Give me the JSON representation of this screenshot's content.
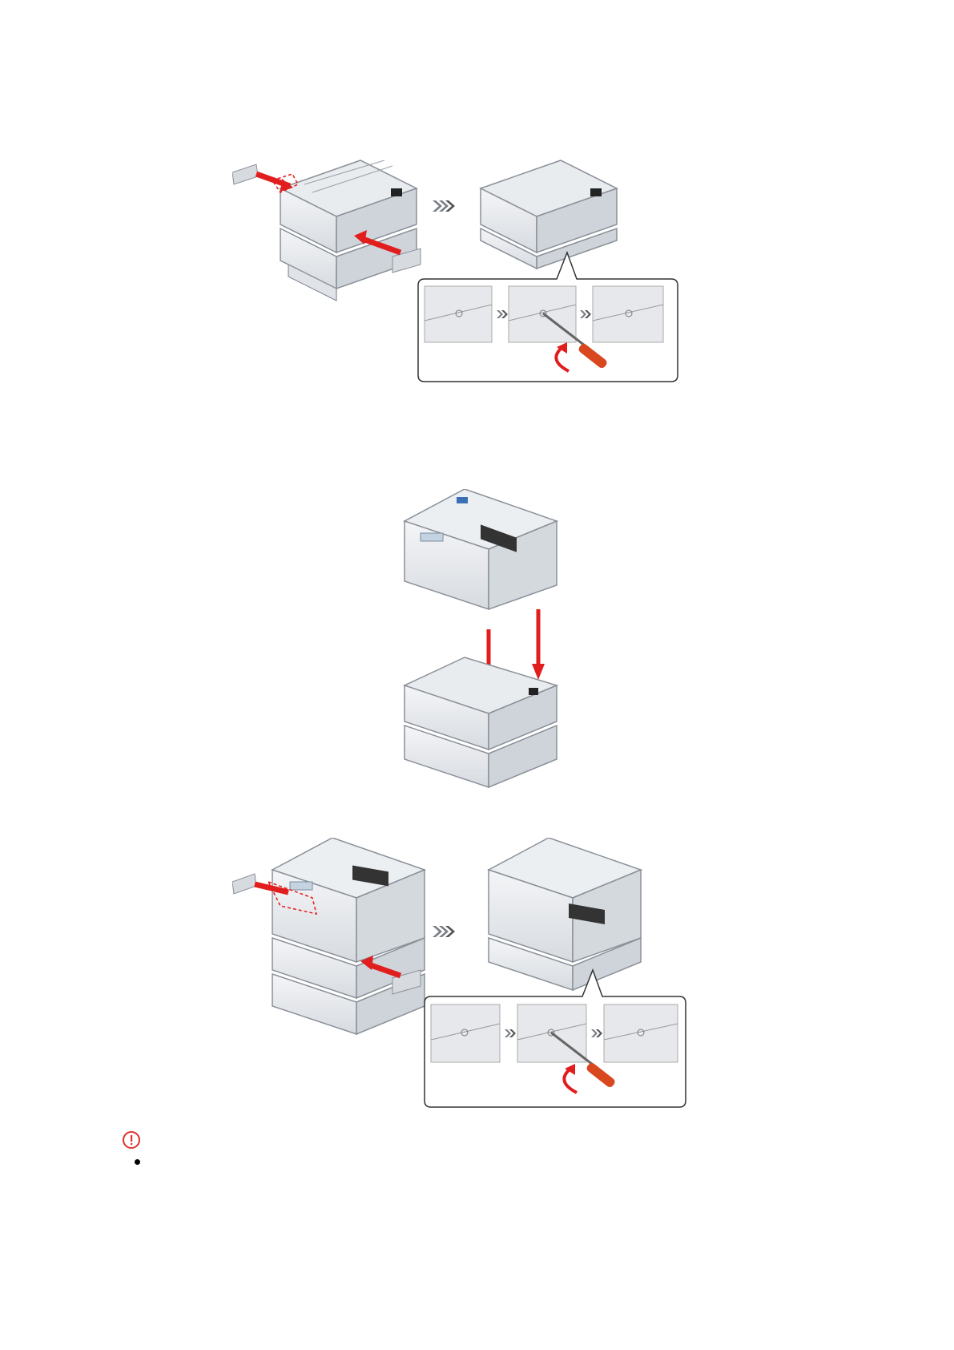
{
  "figures": [
    {
      "name": "figure-attach-side-covers-on-stacked-trays"
    },
    {
      "name": "figure-lower-printer-onto-tray-units"
    },
    {
      "name": "figure-attach-side-cover-on-printer-with-trays"
    }
  ],
  "caution": {
    "icon": "caution-icon",
    "color": "#e0302b"
  },
  "note": {
    "text": ""
  },
  "colors": {
    "arrow_red": "#e11d1d",
    "device_grey": "#dfe2e6",
    "outline": "#8a9098",
    "screwdriver_handle": "#d9471f"
  }
}
